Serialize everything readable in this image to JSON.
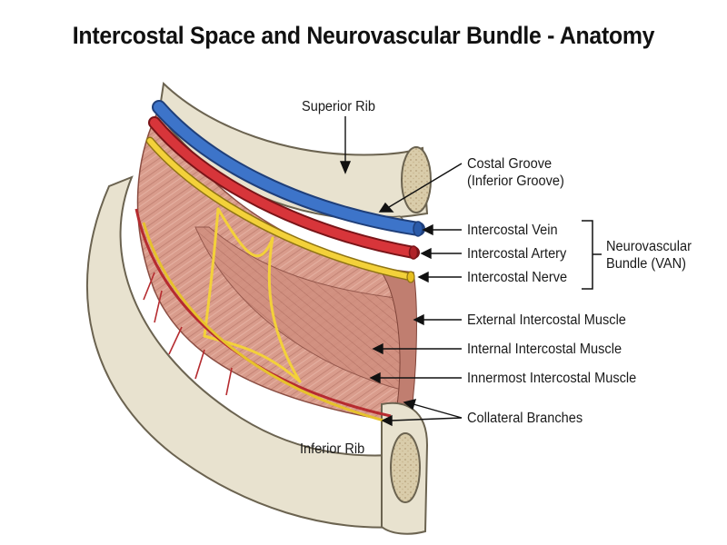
{
  "title": "Intercostal Space and Neurovascular Bundle - Anatomy",
  "labels": {
    "superior_rib": "Superior Rib",
    "costal_groove_line1": "Costal Groove",
    "costal_groove_line2": "(Inferior Groove)",
    "intercostal_vein": "Intercostal Vein",
    "intercostal_artery": "Intercostal Artery",
    "intercostal_nerve": "Intercostal Nerve",
    "neurovascular_line1": "Neurovascular",
    "neurovascular_line2": "Bundle (VAN)",
    "external_muscle": "External Intercostal Muscle",
    "internal_muscle": "Internal Intercostal Muscle",
    "innermost_muscle": "Innermost Intercostal Muscle",
    "collateral_branches": "Collateral Branches",
    "inferior_rib": "Inferior Rib"
  },
  "colors": {
    "bone": "#e8e2cf",
    "bone_outline": "#6b6350",
    "muscle": "#d89a8a",
    "vein": "#3d74c9",
    "artery": "#d7353a",
    "nerve": "#f3d13a"
  }
}
